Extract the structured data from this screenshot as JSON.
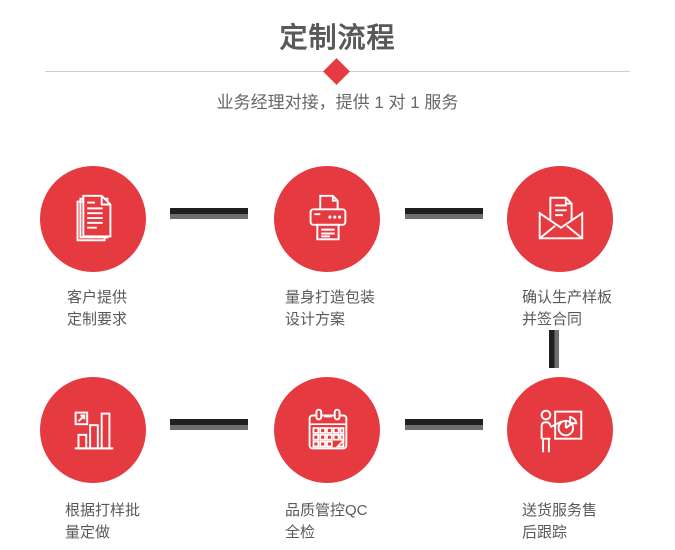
{
  "header": {
    "title": "定制流程",
    "subtitle": "业务经理对接，提供 1 对 1 服务"
  },
  "colors": {
    "accent_red": "#e53a40",
    "title_gray": "#58595a",
    "label_gray": "#595959",
    "divider_gray": "#cfcfcf",
    "connector_dark": "#1f1f1f",
    "connector_light": "#6e6e6e",
    "icon_stroke": "#ffffff"
  },
  "steps": [
    {
      "icon": "documents-icon",
      "label_line1": "客户提供",
      "label_line2": "定制要求"
    },
    {
      "icon": "printer-icon",
      "label_line1": "量身打造包装",
      "label_line2": "设计方案"
    },
    {
      "icon": "envelope-icon",
      "label_line1": "确认生产样板",
      "label_line2": "并签合同"
    },
    {
      "icon": "bar-chart-icon",
      "label_line1": "根据打样批",
      "label_line2": "量定做"
    },
    {
      "icon": "calendar-icon",
      "label_line1": "品质管控QC",
      "label_line2": "全检"
    },
    {
      "icon": "presentation-icon",
      "label_line1": "送货服务售",
      "label_line2": "后跟踪"
    }
  ]
}
